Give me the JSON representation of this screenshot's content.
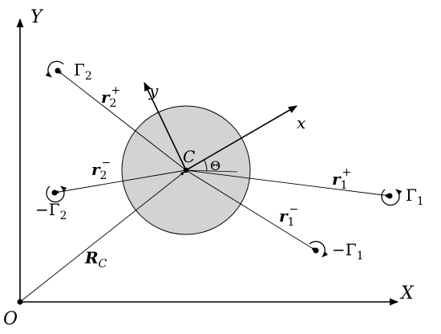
{
  "axes": {
    "X": "X",
    "Y": "Y",
    "O": "O"
  },
  "body": {
    "center_label": "C",
    "x": "x",
    "y": "y",
    "angle": "Θ",
    "fill_color": "#d3d3d3"
  },
  "vectors": {
    "RC": {
      "main": "R",
      "sub": "C"
    },
    "r1p": {
      "main": "r",
      "sub": "1",
      "sup": "+"
    },
    "r1m": {
      "main": "r",
      "sub": "1",
      "sup": "−"
    },
    "r2p": {
      "main": "r",
      "sub": "2",
      "sup": "+"
    },
    "r2m": {
      "main": "r",
      "sub": "2",
      "sup": "−"
    }
  },
  "vortices": {
    "g1p": {
      "sign": "",
      "main": "Γ",
      "sub": "1"
    },
    "g1m": {
      "sign": "−",
      "main": "Γ",
      "sub": "1"
    },
    "g2p": {
      "sign": "",
      "main": "Γ",
      "sub": "2"
    },
    "g2m": {
      "sign": "−",
      "main": "Γ",
      "sub": "2"
    }
  }
}
